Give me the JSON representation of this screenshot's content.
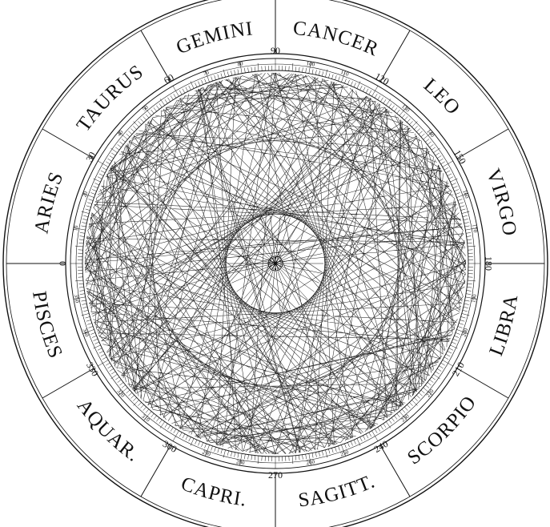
{
  "zodiac_signs": [
    {
      "label": "ARIES",
      "start_deg": 0
    },
    {
      "label": "TAURUS",
      "start_deg": 30
    },
    {
      "label": "GEMINI",
      "start_deg": 60
    },
    {
      "label": "CANCER",
      "start_deg": 90
    },
    {
      "label": "LEO",
      "start_deg": 120
    },
    {
      "label": "VIRGO",
      "start_deg": 150
    },
    {
      "label": "LIBRA",
      "start_deg": 180
    },
    {
      "label": "SCORPIO",
      "start_deg": 210
    },
    {
      "label": "SAGITT.",
      "start_deg": 240
    },
    {
      "label": "CAPRI.",
      "start_deg": 270
    },
    {
      "label": "AQUAR.",
      "start_deg": 300
    },
    {
      "label": "PISCES",
      "start_deg": 330
    }
  ],
  "degree_labels_major": [
    "0",
    "30",
    "60",
    "90",
    "120",
    "150",
    "180",
    "210",
    "240",
    "270",
    "300",
    "330"
  ],
  "degree_labels_minor": [
    "10",
    "20",
    "40",
    "50",
    "70",
    "80",
    "100",
    "110",
    "130",
    "140",
    "160",
    "170",
    "190",
    "200",
    "220",
    "230",
    "250",
    "260",
    "280",
    "290",
    "310",
    "320",
    "340",
    "350"
  ],
  "colors": {
    "ink": "#111111",
    "paper": "#ffffff"
  },
  "pattern": {
    "style": "string-art chord web",
    "center_icon": "small-star-icon"
  }
}
